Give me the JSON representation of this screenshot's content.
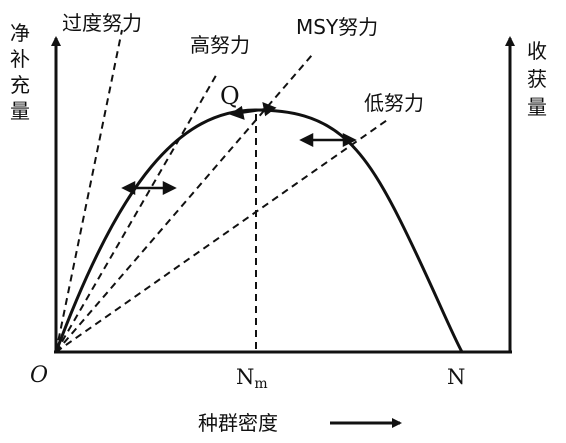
{
  "diagram": {
    "y_axis_left": "净补充量",
    "y_axis_right": "收获量",
    "x_axis_label": "种群密度",
    "origin": "O",
    "x_tick_mid_base": "N",
    "x_tick_mid_sub": "m",
    "x_tick_end": "N",
    "peak_label": "Q",
    "effort_labels": {
      "excess": "过度努力",
      "high": "高努力",
      "msy": "MSY努力",
      "low": "低努力"
    },
    "colors": {
      "ink": "#111111",
      "background": "#ffffff"
    }
  }
}
